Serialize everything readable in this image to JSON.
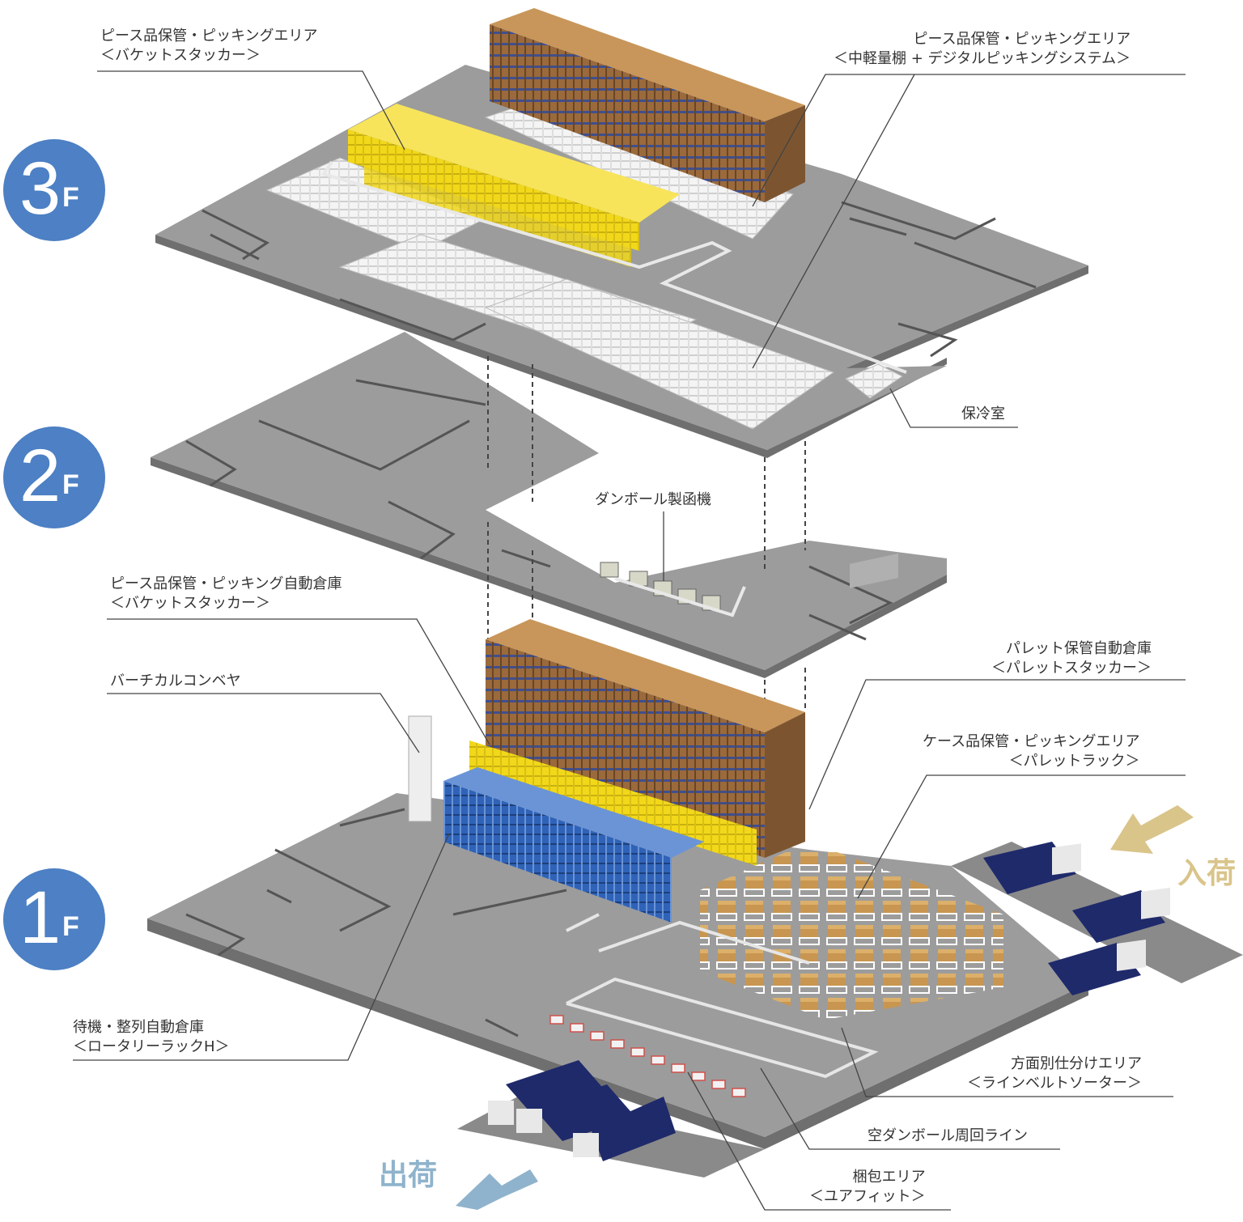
{
  "floors": [
    {
      "id": "3f",
      "number": "3",
      "suffix": "F"
    },
    {
      "id": "2f",
      "number": "2",
      "suffix": "F"
    },
    {
      "id": "1f",
      "number": "1",
      "suffix": "F"
    }
  ],
  "callouts": {
    "bucket_stacker_3f": {
      "line1": "ピース品保管・ピッキングエリア",
      "line2": "＜バケットスタッカー＞"
    },
    "digital_picking_3f": {
      "line1": "ピース品保管・ピッキングエリア",
      "line2": "＜中軽量棚 + デジタルピッキングシステム＞"
    },
    "cold_room": {
      "line1": "保冷室"
    },
    "carton_maker": {
      "line1": "ダンボール製函機"
    },
    "bucket_stacker_1f": {
      "line1": "ピース品保管・ピッキング自動倉庫",
      "line2": "＜バケットスタッカー＞"
    },
    "vertical_conveyor": {
      "line1": "バーチカルコンベヤ"
    },
    "pallet_stacker": {
      "line1": "パレット保管自動倉庫",
      "line2": "＜パレットスタッカー＞"
    },
    "pallet_rack": {
      "line1": "ケース品保管・ピッキングエリア",
      "line2": "＜パレットラック＞"
    },
    "rotary_rack": {
      "line1": "待機・整列自動倉庫",
      "line2": "＜ロータリーラックH＞"
    },
    "line_sorter": {
      "line1": "方面別仕分けエリア",
      "line2": "＜ラインベルトソーター＞"
    },
    "empty_carton_loop": {
      "line1": "空ダンボール周回ライン"
    },
    "packing_area": {
      "line1": "梱包エリア",
      "line2": "＜ユアフィット＞"
    }
  },
  "flows": {
    "inbound": {
      "label": "入荷",
      "color": "#d9c48a"
    },
    "outbound": {
      "label": "出荷",
      "color": "#8fb3cc"
    }
  },
  "colors": {
    "badge": "#4d80c4",
    "floor_top": "#9a9a9a",
    "floor_side": "#6f6f6f",
    "storage_brown": "#9a6a3c",
    "storage_yellow": "#f2d81a",
    "storage_blue": "#2f63b8",
    "truck_body": "#1f2a6b"
  }
}
